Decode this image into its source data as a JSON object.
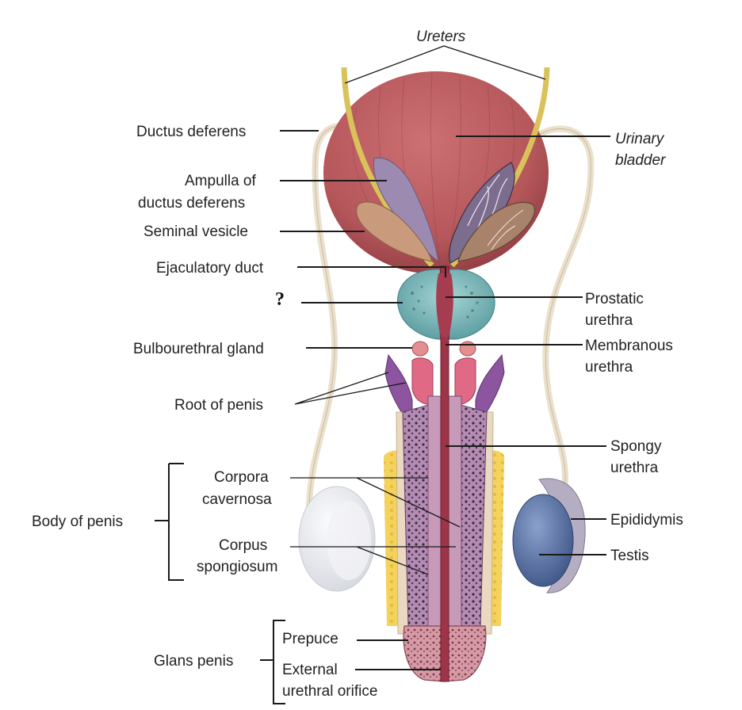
{
  "labels": {
    "ureters": "Ureters",
    "ductus_deferens": "Ductus deferens",
    "urinary_bladder_1": "Urinary",
    "urinary_bladder_2": "bladder",
    "ampulla_1": "Ampulla of",
    "ampulla_2": "ductus deferens",
    "seminal_vesicle": "Seminal vesicle",
    "ejaculatory_duct": "Ejaculatory duct",
    "unknown": "?",
    "prostatic_urethra_1": "Prostatic",
    "prostatic_urethra_2": "urethra",
    "bulbourethral_gland": "Bulbourethral gland",
    "membranous_urethra_1": "Membranous",
    "membranous_urethra_2": "urethra",
    "root_of_penis": "Root of penis",
    "spongy_urethra_1": "Spongy",
    "spongy_urethra_2": "urethra",
    "corpora_cavernosa_1": "Corpora",
    "corpora_cavernosa_2": "cavernosa",
    "body_of_penis": "Body of penis",
    "epididymis": "Epididymis",
    "corpus_spongiosum_1": "Corpus",
    "corpus_spongiosum_2": "spongiosum",
    "testis": "Testis",
    "prepuce": "Prepuce",
    "glans_penis": "Glans penis",
    "external_urethral_orifice_1": "External",
    "external_urethral_orifice_2": "urethral orifice"
  },
  "colors": {
    "bladder": "#b4565a",
    "bladder_dark": "#8d3b40",
    "ureter": "#d9c25a",
    "ductus": "#eae0cc",
    "prostate": "#6fb0b2",
    "urethra": "#9e3448",
    "erectile": "#b07aa8",
    "root": "#8d55a0",
    "bulbourethral": "#e38e90",
    "fat": "#f0cf52",
    "testis": "#5c74a8",
    "epididymis": "#b5aec2",
    "left_testis_ghost": "#e4e6ec"
  }
}
